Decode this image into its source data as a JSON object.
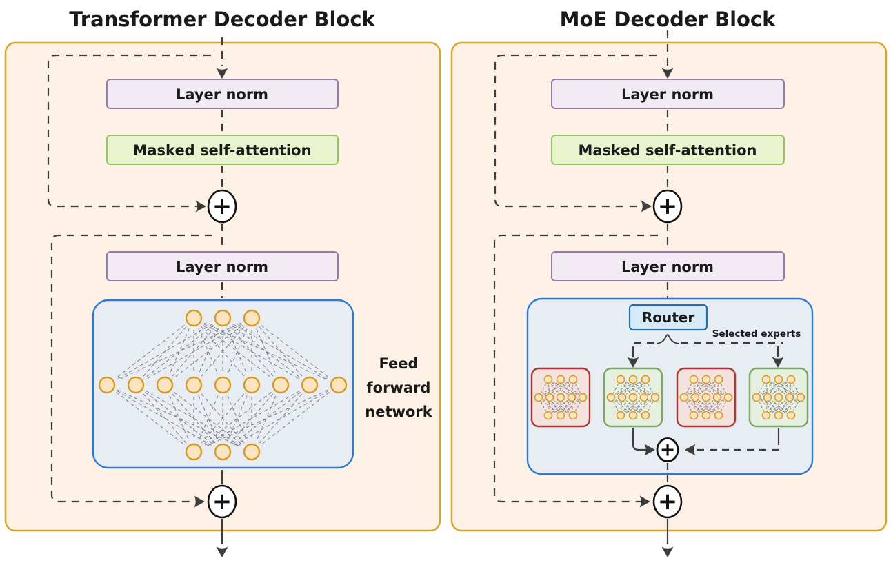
{
  "left_panel": {
    "title": "Transformer Decoder Block",
    "layer_norm_1": "Layer norm",
    "masked_attention": "Masked self-attention",
    "layer_norm_2": "Layer norm",
    "ffn_label_lines": [
      "Feed",
      "forward",
      "network"
    ]
  },
  "right_panel": {
    "title": "MoE Decoder Block",
    "layer_norm_1": "Layer norm",
    "masked_attention": "Masked self-attention",
    "layer_norm_2": "Layer norm",
    "router_label": "Router",
    "selected_experts_label": "Selected experts"
  },
  "symbols": {
    "add": "+"
  },
  "networks": {
    "ffn_rows": [
      3,
      9,
      3
    ],
    "expert_rows": [
      3,
      5,
      3
    ],
    "experts": [
      {
        "status": "not-selected"
      },
      {
        "status": "selected"
      },
      {
        "status": "not-selected"
      },
      {
        "status": "selected"
      }
    ]
  },
  "colors": {
    "panel_bg": "#fdf2e5",
    "panel_border": "#d9a427",
    "lavender_bg": "#f2ebf3",
    "lavender_border": "#9579ad",
    "green_bg": "#e9f4cf",
    "green_border": "#94c464",
    "blue_bg": "#e8edf4",
    "blue_border": "#2e7ad1",
    "router_bg": "#d7eaf8",
    "router_border": "#2572a8",
    "expert_red_bg": "#f4e2df",
    "expert_red_border": "#a93833",
    "expert_green_bg": "#e7efe0",
    "expert_green_border": "#7ba767",
    "node_fill": "#fce4c0",
    "node_border": "#d79b23",
    "line": "#3d3d3d",
    "text": "#1a1a1a"
  }
}
